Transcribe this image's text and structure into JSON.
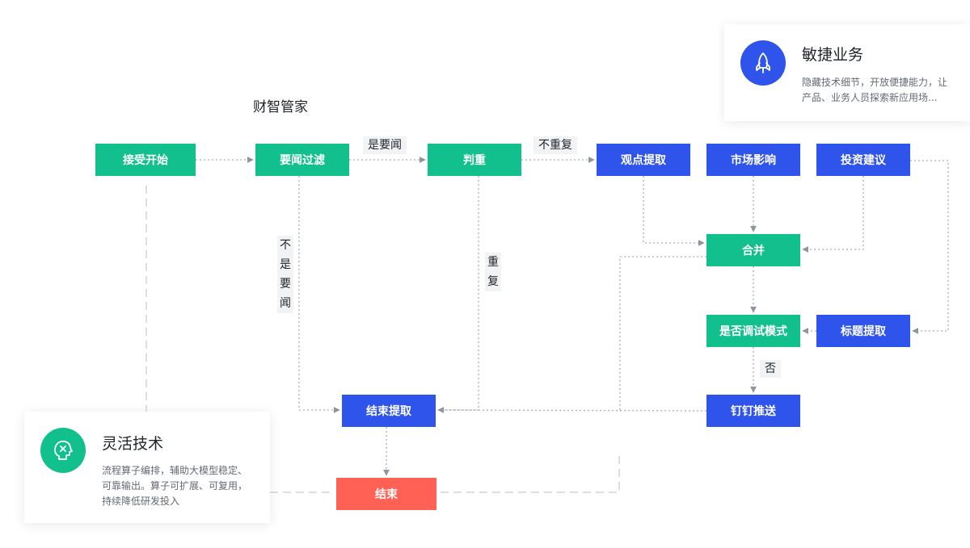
{
  "title": "财智管家",
  "nodes": {
    "accept_start": "接受开始",
    "news_filter": "要闻过滤",
    "dedupe_check": "判重",
    "viewpoint_extract": "观点提取",
    "market_impact": "市场影响",
    "invest_advice": "投资建议",
    "merge": "合并",
    "debug_mode": "是否调试模式",
    "title_extract": "标题提取",
    "dingtalk_push": "钉钉推送",
    "end_extract": "结束提取",
    "end": "结束"
  },
  "edge_labels": {
    "is_news": "是要闻",
    "not_duplicate": "不重复",
    "not_news": "不是要闻",
    "duplicate": "重复",
    "no": "否"
  },
  "cards": {
    "agile": {
      "title": "敏捷业务",
      "desc": "隐藏技术细节，开放便捷能力，让产品、业务人员探索新应用场...",
      "icon": "rocket-icon"
    },
    "flexible": {
      "title": "灵活技术",
      "desc": "流程算子编排，辅助大模型稳定、可靠输出。算子可扩展、可复用，持续降低研发投入",
      "icon": "brain-icon"
    }
  },
  "colors": {
    "green": "#12c08e",
    "blue": "#2f54eb",
    "red": "#ff6254",
    "connector": "#a9aeb8"
  }
}
